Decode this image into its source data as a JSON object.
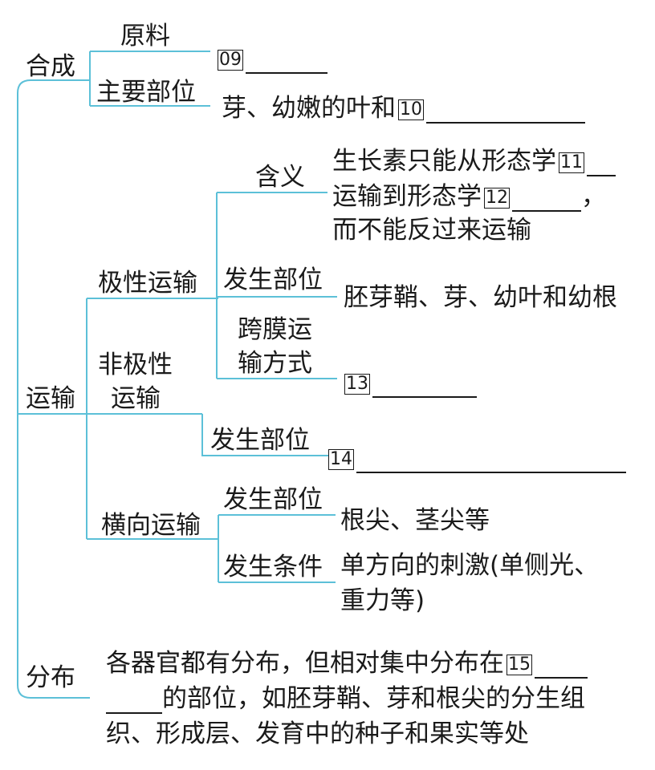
{
  "synthesis": {
    "label": "合成",
    "raw_material": "原料",
    "blank09": "09",
    "main_site": "主要部位",
    "main_site_text": "芽、幼嫩的叶和",
    "blank10": "10"
  },
  "transport": {
    "label": "运输",
    "polar": {
      "label": "极性运输",
      "meaning": "含义",
      "meaning_line1": "生长素只能从形态学",
      "blank11": "11",
      "meaning_line2": "运输到形态学",
      "blank12": "12",
      "meaning_line2_end": "，",
      "meaning_line3": "而不能反过来运输",
      "site": "发生部位",
      "site_text": "胚芽鞘、芽、幼叶和幼根",
      "mode_line1": "跨膜运",
      "mode_line2": "输方式",
      "blank13": "13"
    },
    "nonpolar": {
      "label_line1": "非极性",
      "label_line2": "运输",
      "site": "发生部位",
      "blank14": "14"
    },
    "lateral": {
      "label": "横向运输",
      "site": "发生部位",
      "site_text": "根尖、茎尖等",
      "condition": "发生条件",
      "condition_line1": "单方向的刺激(单侧光、",
      "condition_line2": "重力等)"
    }
  },
  "distribution": {
    "label": "分布",
    "line1": "各器官都有分布，但相对集中分布在",
    "blank15": "15",
    "line2": "的部位，如胚芽鞘、芽和根尖的分生组",
    "line3": "织、形成层、发育中的种子和果实等处"
  },
  "colors": {
    "line": "#5cc0d8",
    "text": "#1a1a1a"
  }
}
